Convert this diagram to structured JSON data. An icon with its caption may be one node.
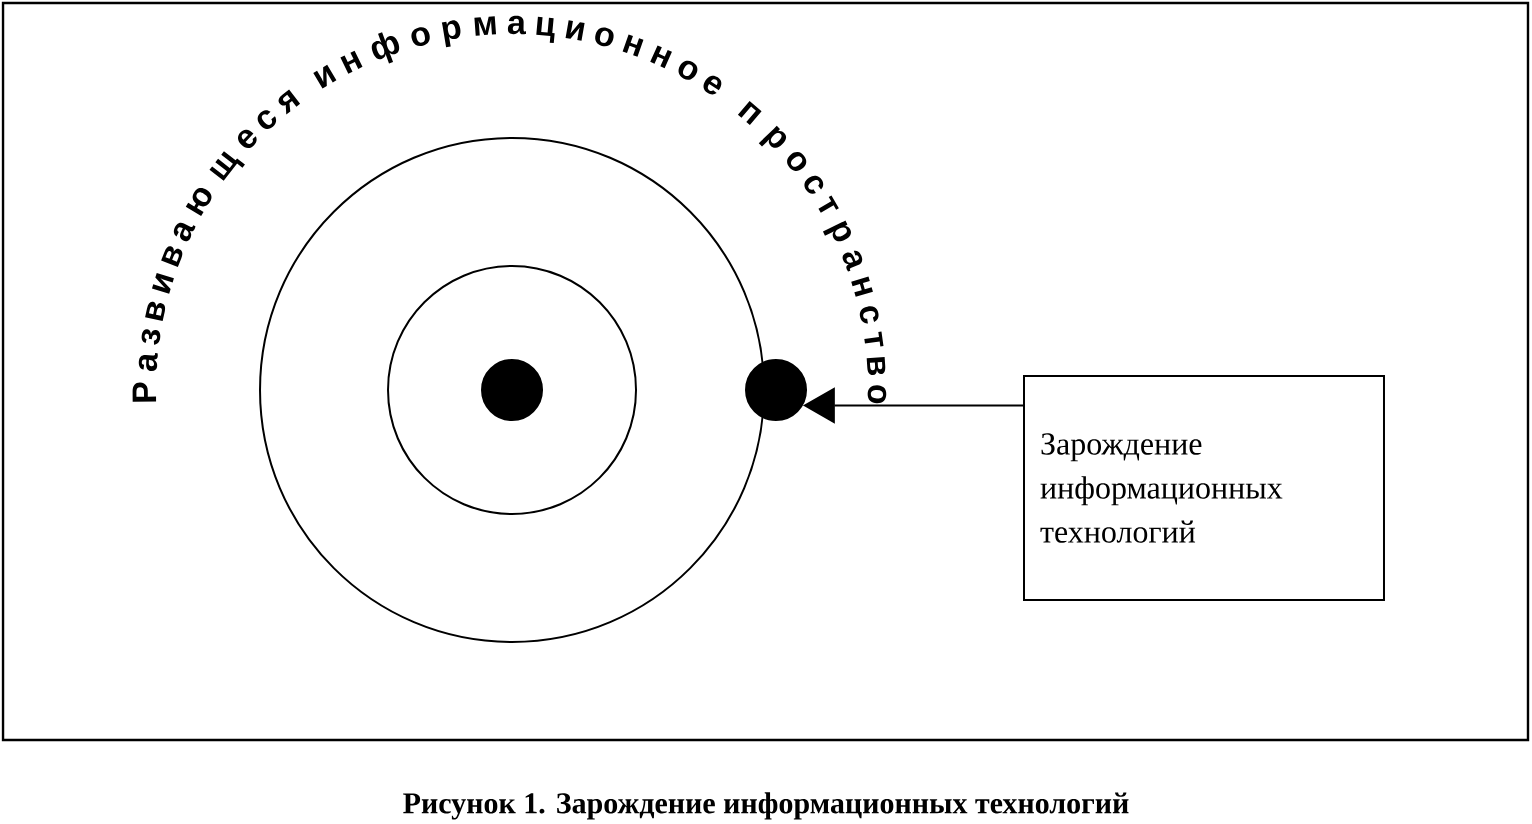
{
  "diagram": {
    "caption": "Рисунок 1. Зарождение информационных технологий",
    "nodes": [
      {
        "text": [],
        "shape": "circle"
      },
      {
        "text": [],
        "shape": "circle",
        "in": 0
      },
      {
        "text": [],
        "shape": "circle",
        "in": 1
      },
      {
        "text": [],
        "shape": "circle"
      },
      {
        "text": [
          "Зарождение информационных технологий"
        ]
      }
    ],
    "edges": [
      {
        "from": 4,
        "to": 3,
        "arrow": "to"
      }
    ],
    "labels": [
      "Развивающеся информационное пространство"
    ]
  }
}
